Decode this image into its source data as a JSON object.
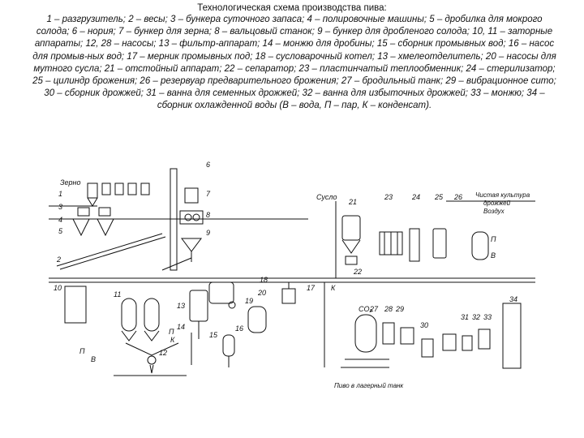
{
  "header": {
    "title": "Технологическая схема производства пива:",
    "caption": "1 – разгрузитель; 2 – весы; 3 – бункера суточного запаса; 4 – полировочные машины; 5 – дробилка для мокрого солода; 6 – нория; 7 – бункер для зерна; 8 – вальцовый станок; 9 – бункер для дробленого солода; 10, 11 – заторные аппараты; 12, 28 – насосы; 13 – фильтр-аппарат; 14 – монжю для дробины; 15 – сборник промывных вод; 16 – насос для промыв-ных вод; 17 – мерник промывных под; 18 – сусловарочный котел; 13 – хмелеотделитель; 20 – насосы для мутного сусла; 21 – отстойный аппарат; 22 – сепаратор; 23 – пластинчатый теплообменник; 24 – стерилизатор; 25 – цилиндр брожения; 26 – резервуар предварительного брожения; 27 – бродильный танк; 29 – вибрационное сито; 30 – сборник дрожжей; 31 – ванна для семенных дрожжей; 32 – ванна для избыточных дрожжей; 33 – монжю; 34 – сборник охлажденной воды (В – вода, П – пар, К – конденсат)."
  },
  "diagram": {
    "labels": {
      "zerno": "Зерно",
      "suslo": "Сусло",
      "chistaya": "Чистая культура",
      "drozhzhi": "дрожжей",
      "vozdukh": "Воздух",
      "co2": "CO₂",
      "pivo": "Пиво в лагерный танк",
      "P": "П",
      "V": "В",
      "K": "К"
    },
    "numbers": [
      "1",
      "2",
      "3",
      "4",
      "5",
      "6",
      "7",
      "8",
      "9",
      "10",
      "11",
      "12",
      "13",
      "14",
      "15",
      "16",
      "17",
      "18",
      "19",
      "20",
      "21",
      "22",
      "23",
      "24",
      "25",
      "26",
      "27",
      "28",
      "29",
      "30",
      "31",
      "32",
      "33",
      "34"
    ]
  }
}
